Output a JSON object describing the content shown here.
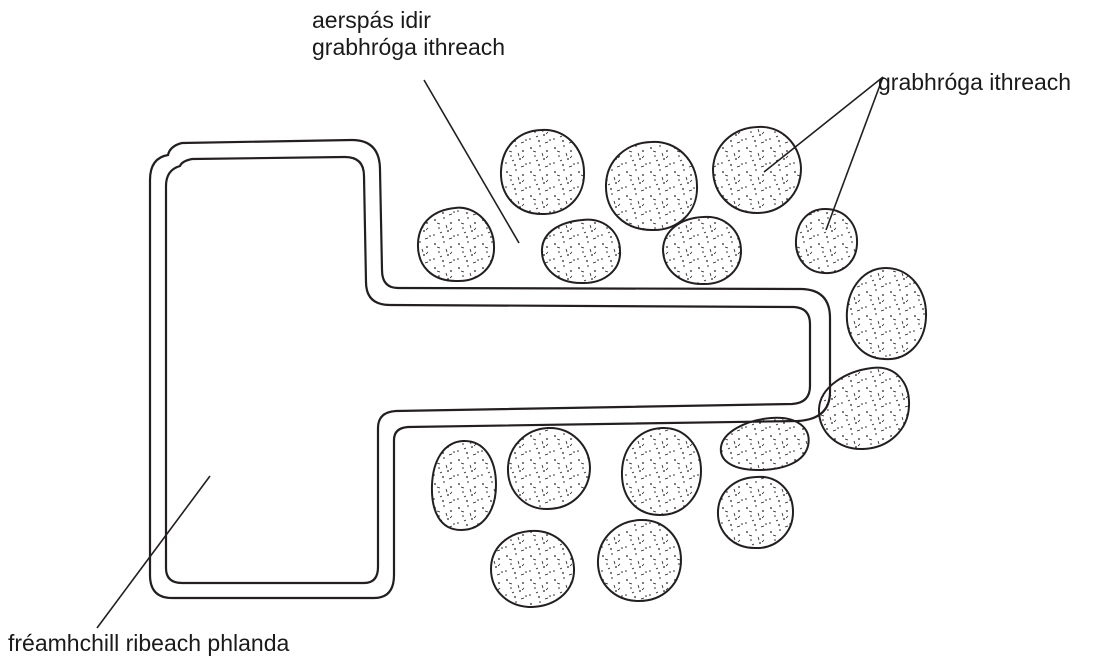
{
  "labels": {
    "air_space_line1": "aerspás idir",
    "air_space_line2": "grabhróga ithreach",
    "soil_particles": "grabhróga ithreach",
    "root_hair_cell": "fréamhchill ribeach phlanda"
  },
  "colors": {
    "ink": "#231f20",
    "background": "#ffffff"
  }
}
